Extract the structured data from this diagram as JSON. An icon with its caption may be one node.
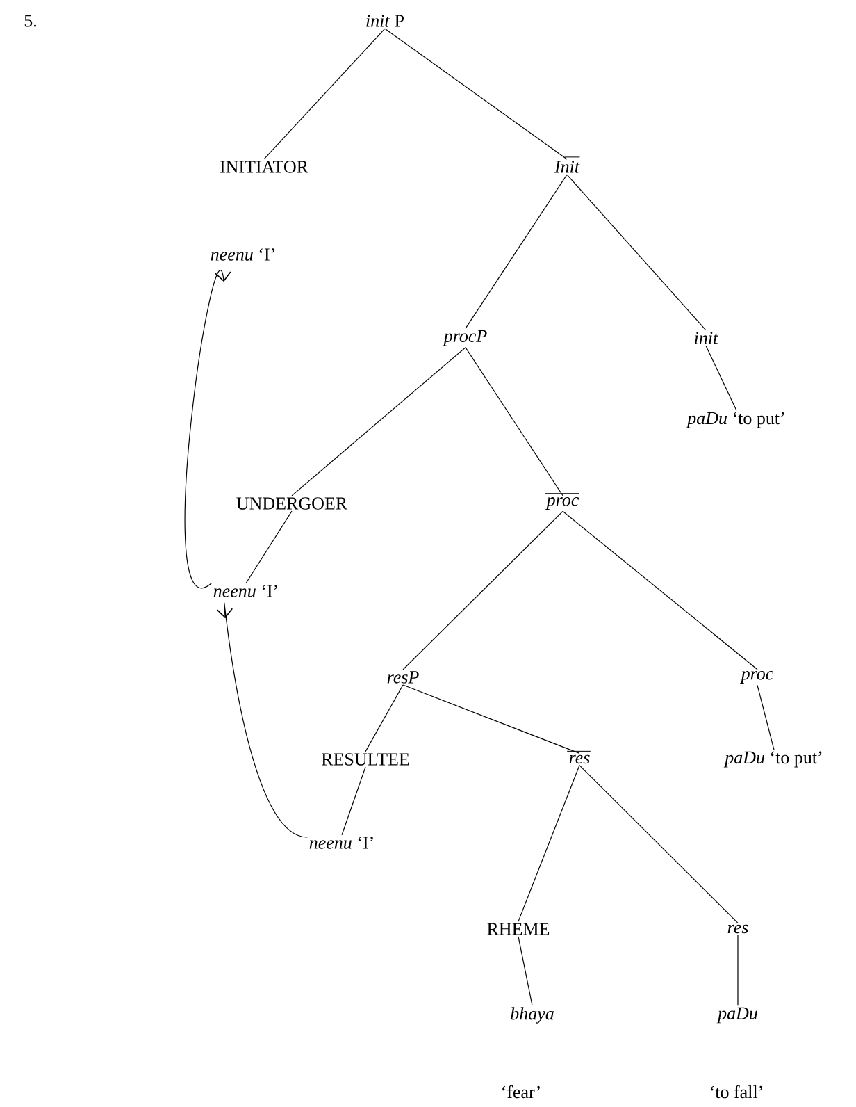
{
  "diagram": {
    "nodes": [
      {
        "text": [
          "*init* P"
        ]
      },
      {
        "text": [
          "INITIATOR"
        ]
      },
      {
        "text": [
          "Init"
        ]
      },
      {
        "text": [
          "*neenu* ‘I’"
        ]
      },
      {
        "text": [
          "procP"
        ]
      },
      {
        "text": [
          "init"
        ]
      },
      {
        "text": [
          "*paDu* ‘to put’"
        ]
      },
      {
        "text": [
          "UNDERGOER"
        ]
      },
      {
        "text": [
          "proc"
        ]
      },
      {
        "text": [
          "*neenu* ‘I’"
        ]
      },
      {
        "text": [
          "resP"
        ]
      },
      {
        "text": [
          "proc"
        ]
      },
      {
        "text": [
          "RESULTEE"
        ]
      },
      {
        "text": [
          "res"
        ]
      },
      {
        "text": [
          "*paDu* ‘to put’"
        ]
      },
      {
        "text": [
          "*neenu* ‘I’"
        ]
      },
      {
        "text": [
          "RHEME"
        ]
      },
      {
        "text": [
          "res"
        ]
      },
      {
        "text": [
          "*bhaya*"
        ]
      },
      {
        "text": [
          "*paDu*"
        ]
      }
    ],
    "edges": [
      {
        "from": 0,
        "to": 1,
        "arrow": "none"
      },
      {
        "from": 0,
        "to": 2,
        "arrow": "none"
      },
      {
        "from": 2,
        "to": 4,
        "arrow": "none"
      },
      {
        "from": 2,
        "to": 5,
        "arrow": "none"
      },
      {
        "from": 5,
        "to": 6,
        "arrow": "none"
      },
      {
        "from": 4,
        "to": 7,
        "arrow": "none"
      },
      {
        "from": 4,
        "to": 8,
        "arrow": "none"
      },
      {
        "from": 7,
        "to": 9,
        "arrow": "none"
      },
      {
        "from": 8,
        "to": 10,
        "arrow": "none"
      },
      {
        "from": 8,
        "to": 11,
        "arrow": "none"
      },
      {
        "from": 11,
        "to": 14,
        "arrow": "none"
      },
      {
        "from": 10,
        "to": 12,
        "arrow": "none"
      },
      {
        "from": 10,
        "to": 13,
        "arrow": "none"
      },
      {
        "from": 12,
        "to": 15,
        "arrow": "none"
      },
      {
        "from": 13,
        "to": 16,
        "arrow": "none"
      },
      {
        "from": 13,
        "to": 17,
        "arrow": "none"
      },
      {
        "from": 16,
        "to": 18,
        "arrow": "none"
      },
      {
        "from": 17,
        "to": 19,
        "arrow": "none"
      },
      {
        "from": 9,
        "to": 3,
        "arrow": "to"
      },
      {
        "from": 15,
        "to": 9,
        "arrow": "to"
      }
    ],
    "labels": [
      "5.",
      "‘fear’",
      "‘to fall’"
    ]
  }
}
